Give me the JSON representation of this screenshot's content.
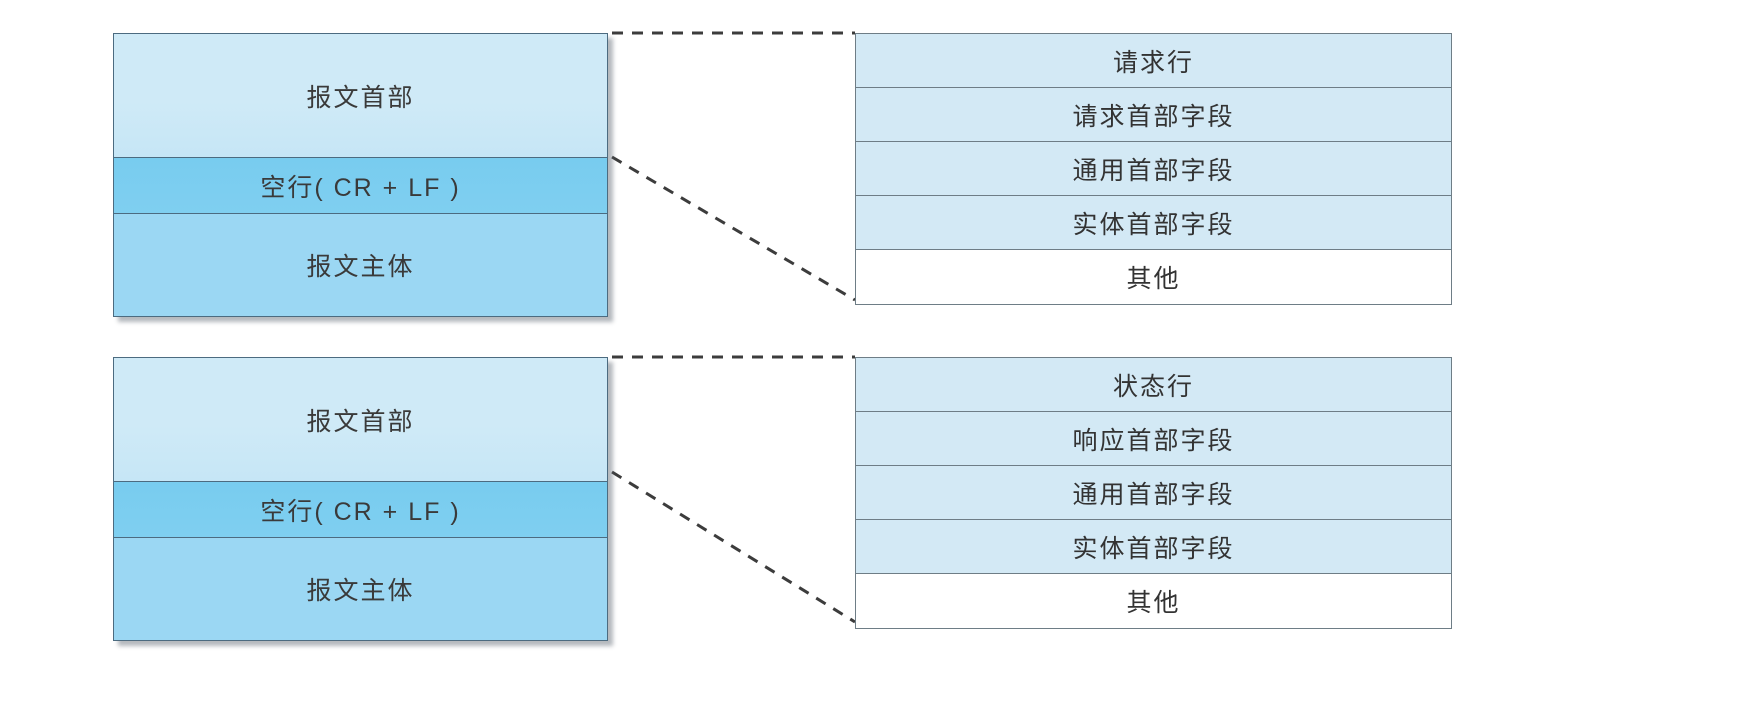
{
  "diagram": {
    "type": "http-message-structure",
    "background_color": "#ffffff",
    "palette": {
      "header_fill": "#cfeaf7",
      "blank_line_fill": "#7fcff0",
      "body_fill": "#9bd7f3",
      "block_border": "#4c6b80",
      "table_fill": "#d3e9f5",
      "table_plain_fill": "#ffffff",
      "table_border": "#6e7d86",
      "connector_color": "#3c3c3c",
      "text_color": "#3a3a3a"
    },
    "panels": [
      {
        "id": "request",
        "block": {
          "rows": [
            {
              "label": "报文首部",
              "fill": "header"
            },
            {
              "label": "空行( CR + LF )",
              "fill": "blank"
            },
            {
              "label": "报文主体",
              "fill": "body"
            }
          ]
        },
        "table": {
          "rows": [
            {
              "label": "请求行",
              "fill": "blue"
            },
            {
              "label": "请求首部字段",
              "fill": "blue"
            },
            {
              "label": "通用首部字段",
              "fill": "blue"
            },
            {
              "label": "实体首部字段",
              "fill": "blue"
            },
            {
              "label": "其他",
              "fill": "white"
            }
          ]
        }
      },
      {
        "id": "response",
        "block": {
          "rows": [
            {
              "label": "报文首部",
              "fill": "header"
            },
            {
              "label": "空行( CR + LF )",
              "fill": "blank"
            },
            {
              "label": "报文主体",
              "fill": "body"
            }
          ]
        },
        "table": {
          "rows": [
            {
              "label": "状态行",
              "fill": "blue"
            },
            {
              "label": "响应首部字段",
              "fill": "blue"
            },
            {
              "label": "通用首部字段",
              "fill": "blue"
            },
            {
              "label": "实体首部字段",
              "fill": "blue"
            },
            {
              "label": "其他",
              "fill": "white"
            }
          ]
        }
      }
    ]
  }
}
